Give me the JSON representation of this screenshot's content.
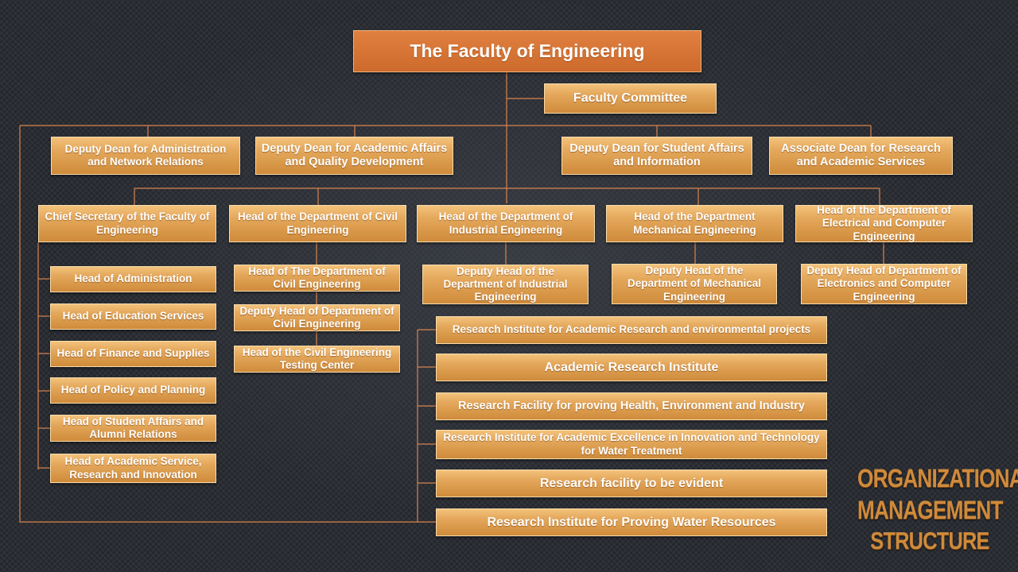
{
  "colors": {
    "box": "#e4a85c",
    "root": "#cd6a2c",
    "line": "#d9844f",
    "title": "#cf8a3c"
  },
  "root": "The Faculty of Engineering",
  "committee": "Faculty Committee",
  "deputies": [
    "Deputy Dean for Administration and Network Relations",
    "Deputy Dean for Academic Affairs and Quality Development",
    "Deputy Dean for Student Affairs and Information",
    "Associate Dean for Research and Academic Services"
  ],
  "heads": [
    "Chief Secretary of the Faculty of Engineering",
    "Head of the Department of Civil Engineering",
    "Head of the Department of Industrial Engineering",
    "Head of the Department Mechanical Engineering",
    "Head of the Department of Electrical and Computer Engineering"
  ],
  "secretary_units": [
    "Head of Administration",
    "Head of Education Services",
    "Head of Finance and Supplies",
    "Head of Policy and Planning",
    "Head of Student Affairs and Alumni Relations",
    "Head of Academic Service, Research and Innovation"
  ],
  "civil_units": [
    "Head of The Department of Civil Engineering",
    "Deputy Head of Department of Civil Engineering",
    "Head of the Civil Engineering Testing Center"
  ],
  "dept_deputies": [
    "Deputy Head of the Department of Industrial Engineering",
    "Deputy Head of the Department of Mechanical Engineering",
    "Deputy Head of Department of Electronics and Computer Engineering"
  ],
  "research_units": [
    "Research Institute for Academic Research and environmental projects",
    "Academic Research Institute",
    "Research Facility for proving Health, Environment and Industry",
    "Research Institute for Academic Excellence in Innovation and Technology for Water Treatment",
    "Research facility to be evident",
    "Research Institute for Proving Water Resources"
  ],
  "slide_title": [
    "ORGANIZATIONAL",
    "MANAGEMENT",
    "STRUCTURE"
  ]
}
